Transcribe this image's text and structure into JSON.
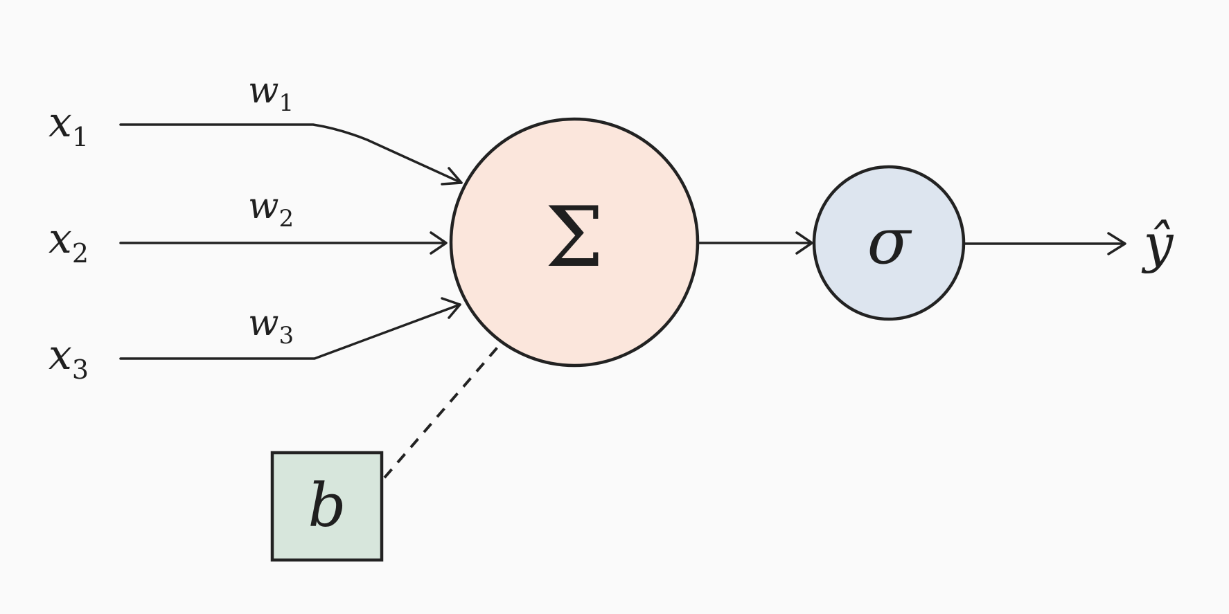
{
  "inputs": [
    {
      "symbol": "x",
      "index": "1"
    },
    {
      "symbol": "x",
      "index": "2"
    },
    {
      "symbol": "x",
      "index": "3"
    }
  ],
  "weights": [
    {
      "symbol": "w",
      "index": "1"
    },
    {
      "symbol": "w",
      "index": "2"
    },
    {
      "symbol": "w",
      "index": "3"
    }
  ],
  "bias": {
    "symbol": "b",
    "color": "#d7e6dc"
  },
  "summation": {
    "symbol": "Σ",
    "color": "#fbe6dc"
  },
  "activation": {
    "symbol": "σ",
    "color": "#dde5ef"
  },
  "output": {
    "symbol": "ŷ"
  }
}
